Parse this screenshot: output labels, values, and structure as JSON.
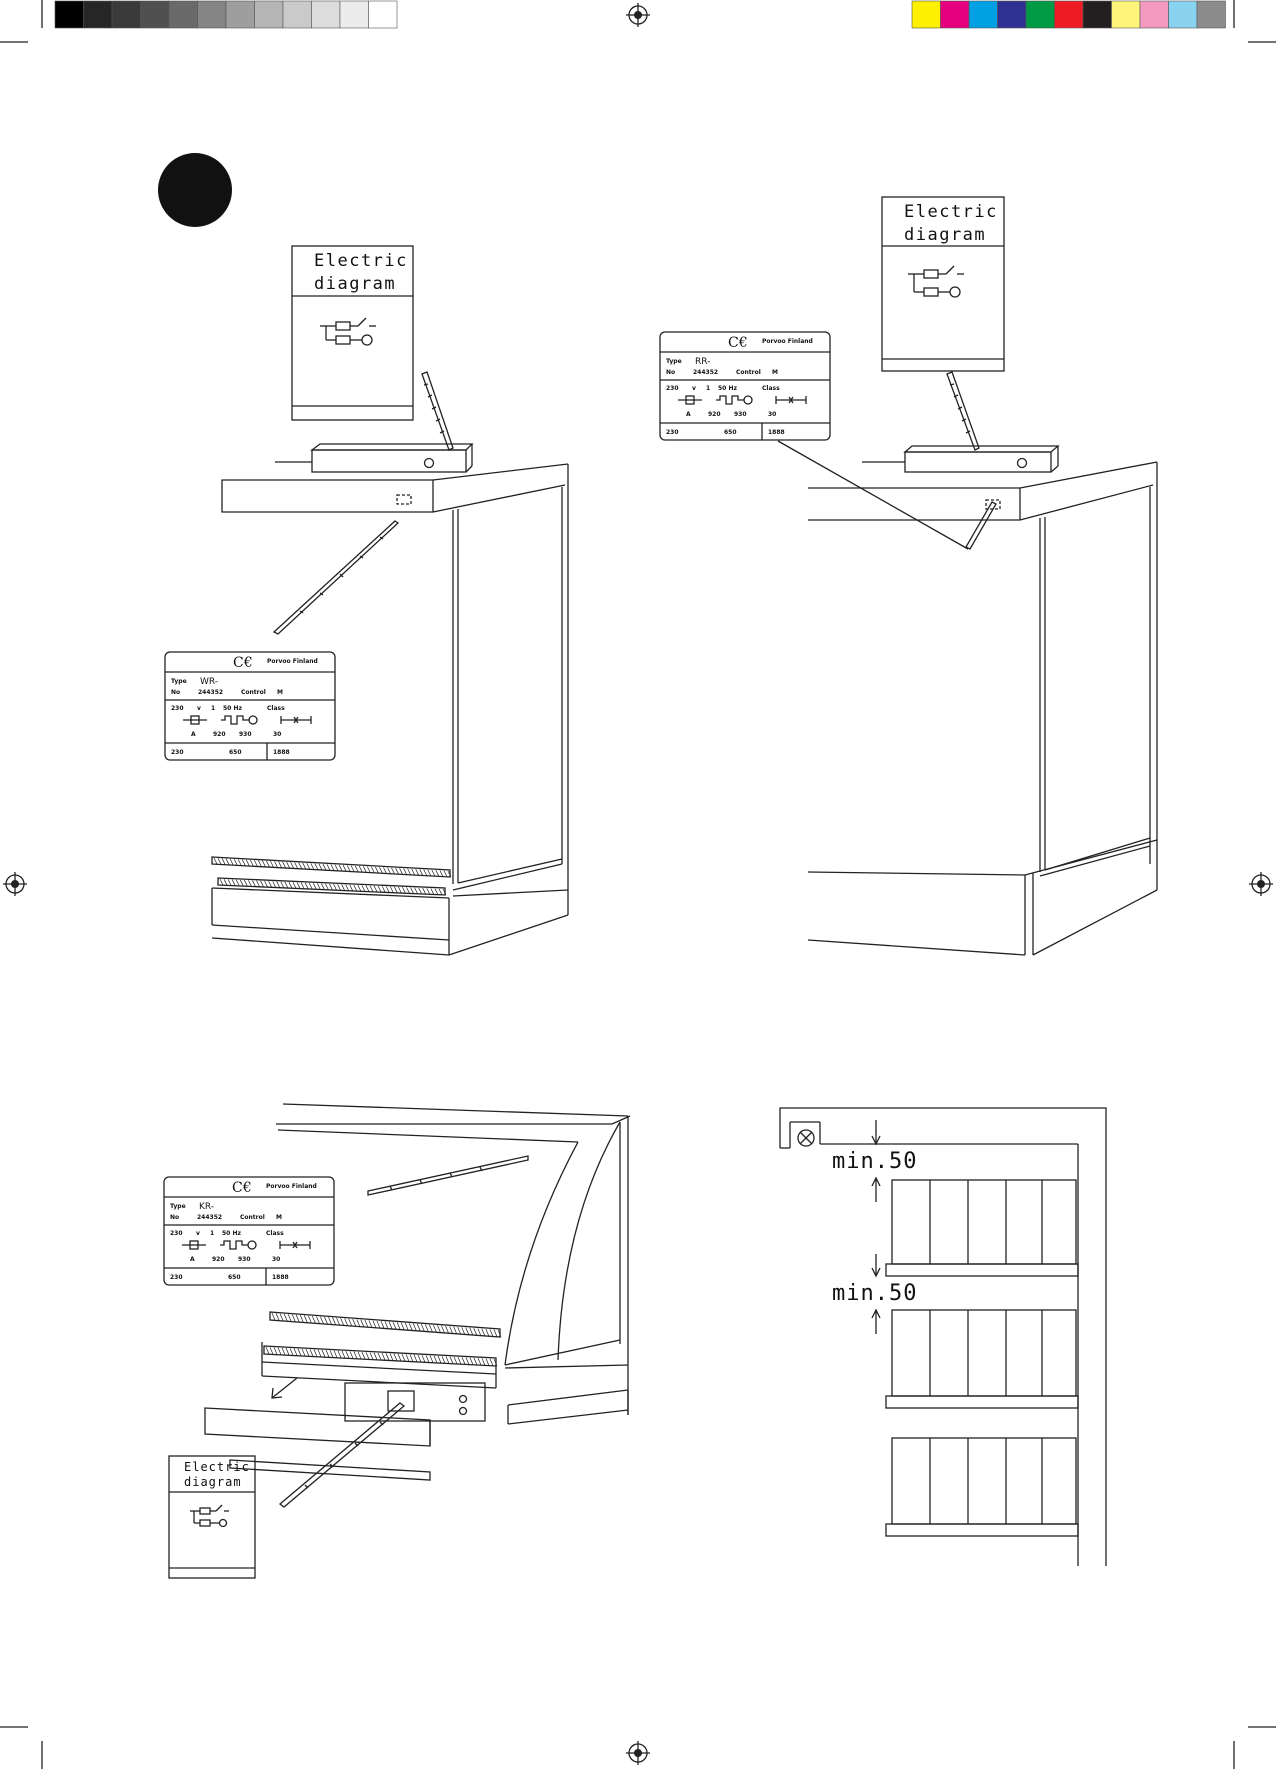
{
  "color_bar": {
    "grays": [
      "#000000",
      "#262626",
      "#3a3a3a",
      "#505050",
      "#6a6a6a",
      "#858585",
      "#9e9e9e",
      "#b5b5b5",
      "#cacaca",
      "#dcdcdc",
      "#ececec",
      "#ffffff"
    ],
    "colors": [
      "#ffef00",
      "#e6007e",
      "#00a0e3",
      "#2e3192",
      "#009a44",
      "#ed1c24",
      "#231f20",
      "#fff57a",
      "#f49ac1",
      "#8ad3f0",
      "#8c8c8c"
    ]
  },
  "electric_diagram_label": [
    "Electric",
    "diagram"
  ],
  "rating_plates": [
    {
      "type": "WR-",
      "brand": "Porvoo Finland",
      "ce": "C€",
      "r1": [
        "Type",
        "No",
        "244352",
        "Control",
        "M"
      ],
      "r2": [
        "230",
        "v",
        "1",
        "50 Hz",
        "Class"
      ],
      "r3": [
        "A",
        "920",
        "930",
        "30"
      ],
      "r4": [
        "230",
        "650",
        "1888"
      ]
    },
    {
      "type": "RR-",
      "brand": "Porvoo Finland",
      "ce": "C€",
      "r1": [
        "Type",
        "No",
        "244352",
        "Control",
        "M"
      ],
      "r2": [
        "230",
        "v",
        "1",
        "50 Hz",
        "Class"
      ],
      "r3": [
        "A",
        "920",
        "930",
        "30"
      ],
      "r4": [
        "230",
        "650",
        "1888"
      ]
    },
    {
      "type": "KR-",
      "brand": "Porvoo Finland",
      "ce": "C€",
      "r1": [
        "Type",
        "No",
        "244352",
        "Control",
        "M"
      ],
      "r2": [
        "230",
        "v",
        "1",
        "50 Hz",
        "Class"
      ],
      "r3": [
        "A",
        "920",
        "930",
        "30"
      ],
      "r4": [
        "230",
        "650",
        "1888"
      ]
    }
  ],
  "clearance": {
    "top": "min.50",
    "middle": "min.50"
  }
}
